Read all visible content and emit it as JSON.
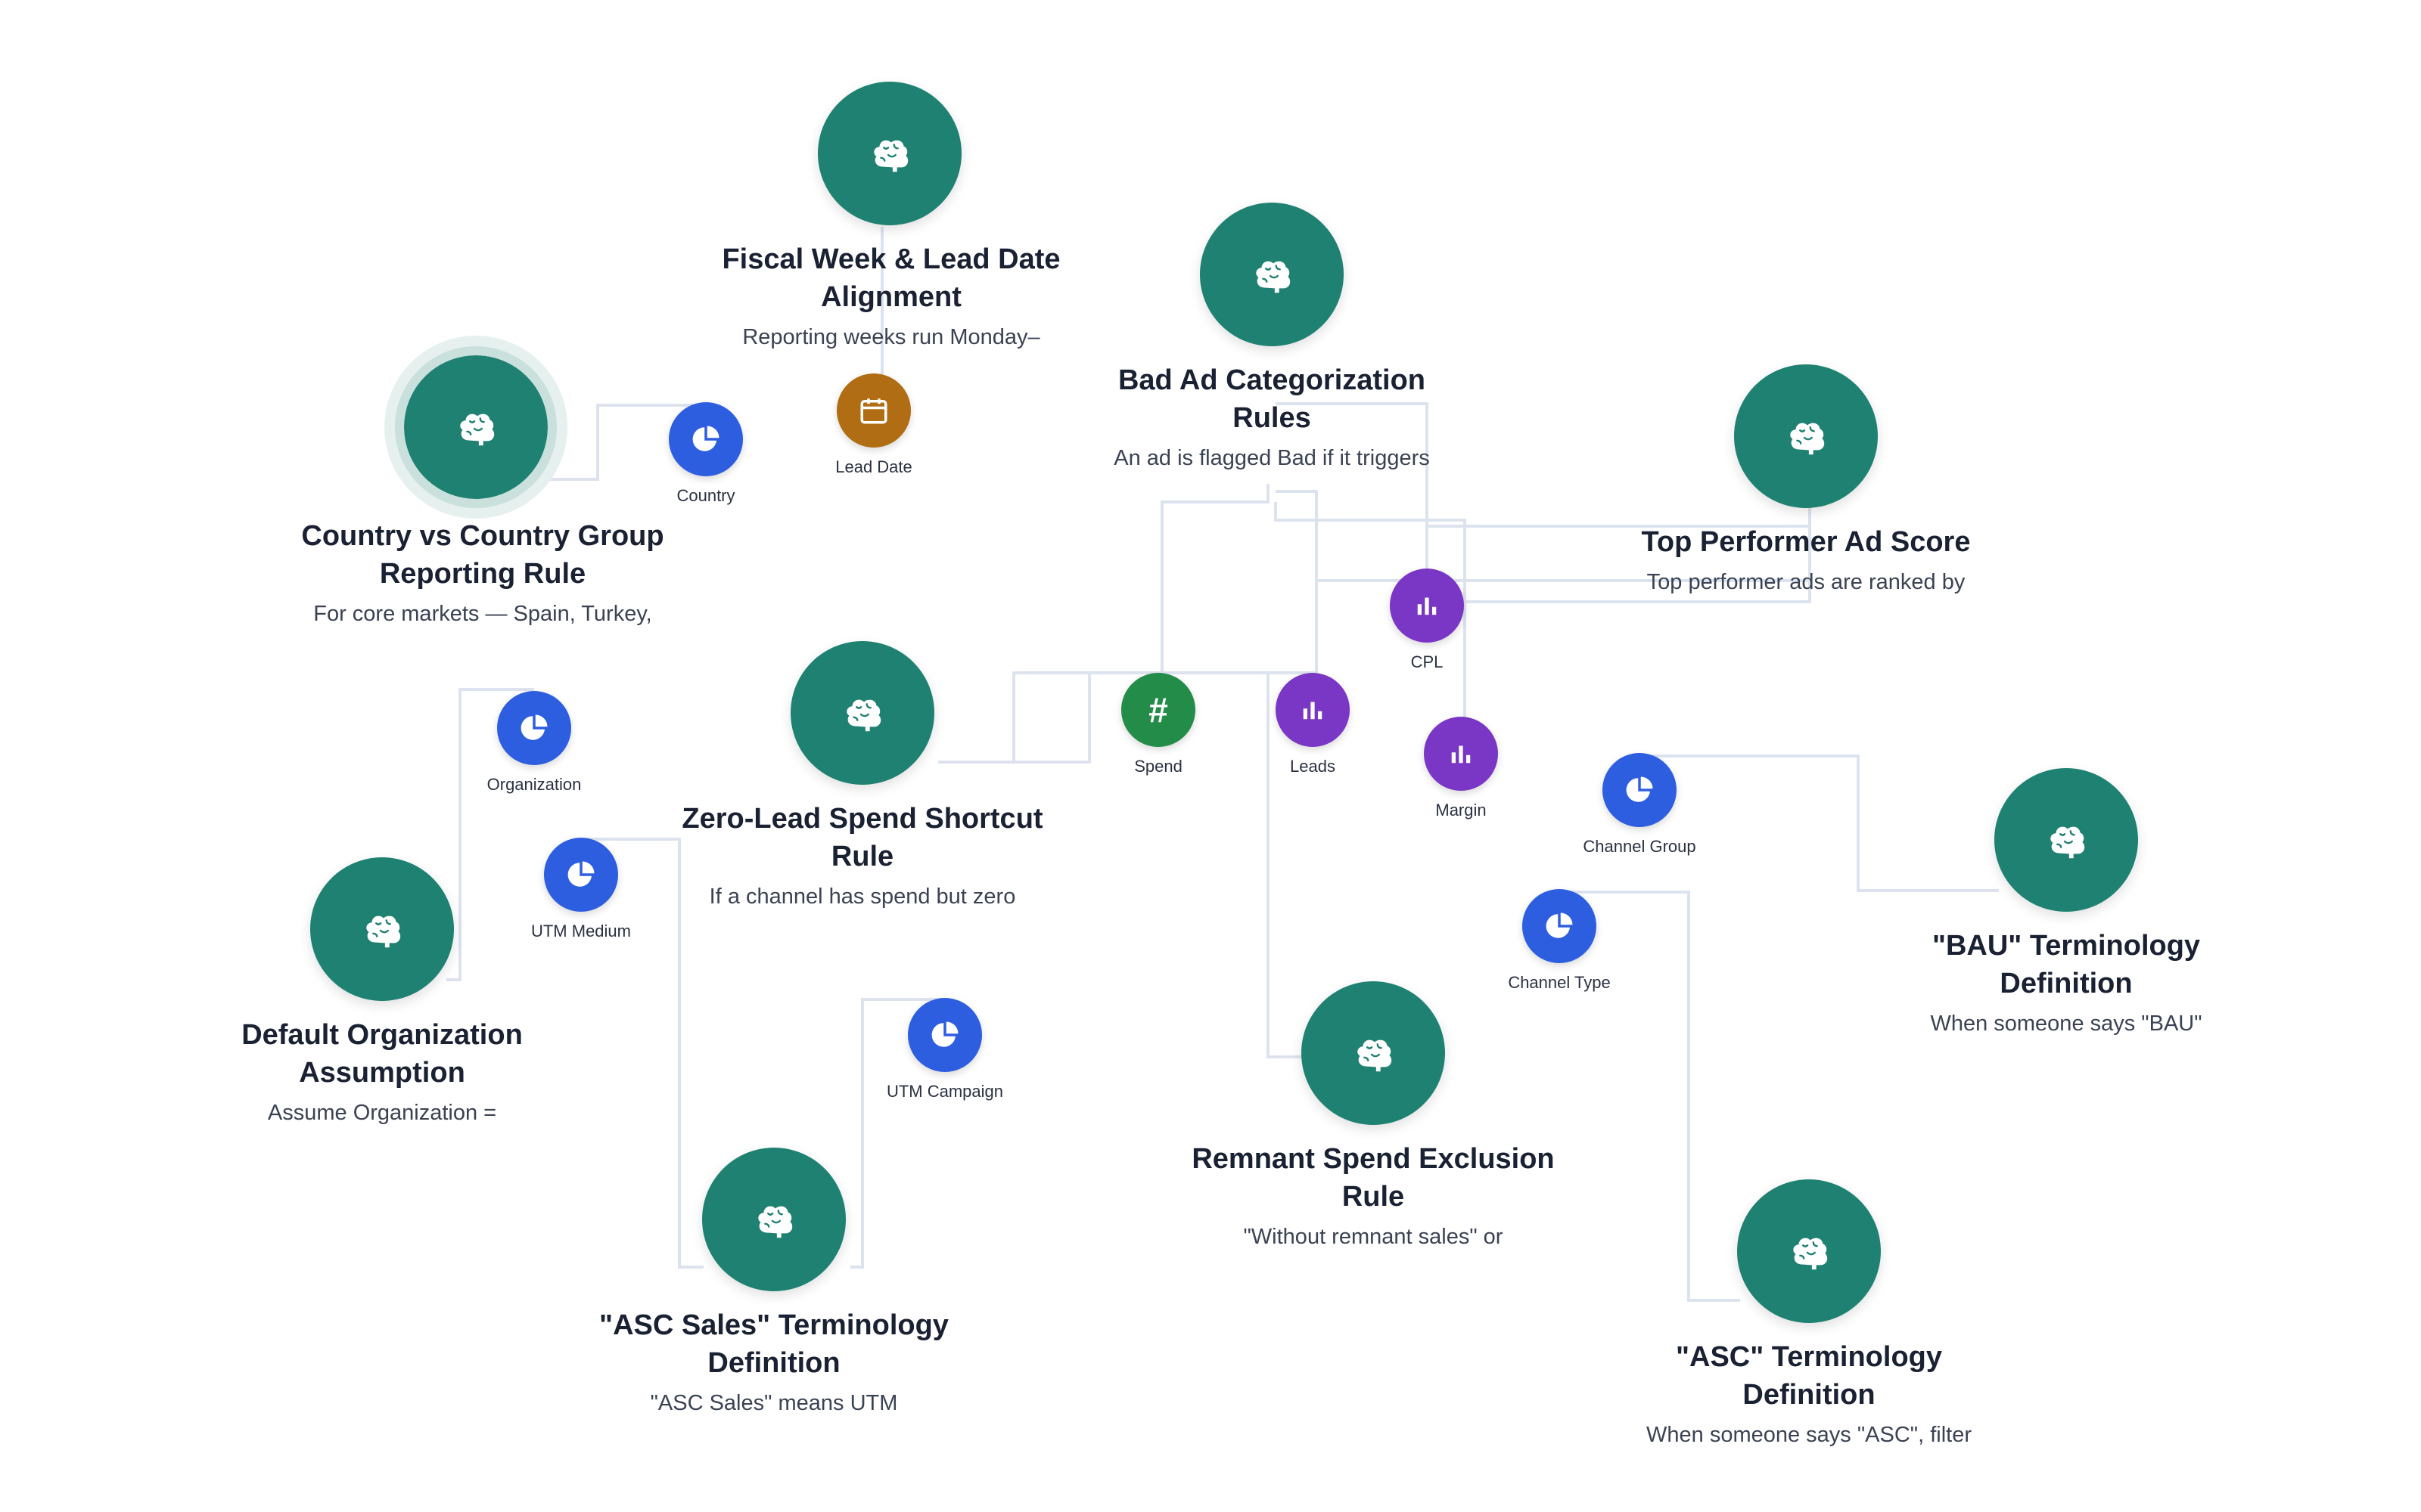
{
  "colors": {
    "rule": "#1f8172",
    "dimension": "#2e5ee0",
    "metric": "#7a36c4",
    "number": "#238c49",
    "date": "#b16d13",
    "edge": "#dde3ee"
  },
  "rules": [
    {
      "id": "fiscal",
      "title": "Fiscal Week & Lead Date Alignment",
      "description": "Reporting weeks run Monday–",
      "icon": "brain-icon"
    },
    {
      "id": "country",
      "title": "Country vs Country Group Reporting Rule",
      "description": "For core markets — Spain, Turkey,",
      "icon": "brain-icon",
      "selected": true
    },
    {
      "id": "badad",
      "title": "Bad Ad Categorization Rules",
      "description": "An ad is flagged Bad if it triggers",
      "icon": "brain-icon"
    },
    {
      "id": "topperf",
      "title": "Top Performer Ad Score",
      "description": "Top performer ads are ranked by",
      "icon": "brain-icon"
    },
    {
      "id": "zerolead",
      "title": "Zero-Lead Spend Shortcut Rule",
      "description": "If a channel has spend but zero",
      "icon": "brain-icon"
    },
    {
      "id": "defaultorg",
      "title": "Default Organization Assumption",
      "description": "Assume Organization =",
      "icon": "brain-icon"
    },
    {
      "id": "ascsales",
      "title": "\"ASC Sales\" Terminology Definition",
      "description": "\"ASC Sales\" means UTM",
      "icon": "brain-icon"
    },
    {
      "id": "remnant",
      "title": "Remnant Spend Exclusion Rule",
      "description": "\"Without remnant sales\" or",
      "icon": "brain-icon"
    },
    {
      "id": "bau",
      "title": "\"BAU\" Terminology Definition",
      "description": "When someone says \"BAU\"",
      "icon": "brain-icon"
    },
    {
      "id": "asc",
      "title": "\"ASC\" Terminology Definition",
      "description": "When someone says \"ASC\", filter",
      "icon": "brain-icon"
    }
  ],
  "fields": [
    {
      "id": "leaddate",
      "label": "Lead Date",
      "kind": "date",
      "icon": "calendar-icon"
    },
    {
      "id": "country",
      "label": "Country",
      "kind": "dimension",
      "icon": "pie-chart-icon"
    },
    {
      "id": "cpl",
      "label": "CPL",
      "kind": "metric",
      "icon": "bar-chart-icon"
    },
    {
      "id": "spend",
      "label": "Spend",
      "kind": "number",
      "icon": "hash-icon"
    },
    {
      "id": "leads",
      "label": "Leads",
      "kind": "metric",
      "icon": "bar-chart-icon"
    },
    {
      "id": "margin",
      "label": "Margin",
      "kind": "metric",
      "icon": "bar-chart-icon"
    },
    {
      "id": "organization",
      "label": "Organization",
      "kind": "dimension",
      "icon": "pie-chart-icon"
    },
    {
      "id": "utmmedium",
      "label": "UTM Medium",
      "kind": "dimension",
      "icon": "pie-chart-icon"
    },
    {
      "id": "utmcampaign",
      "label": "UTM Campaign",
      "kind": "dimension",
      "icon": "pie-chart-icon"
    },
    {
      "id": "channelgroup",
      "label": "Channel Group",
      "kind": "dimension",
      "icon": "pie-chart-icon"
    },
    {
      "id": "channeltype",
      "label": "Channel Type",
      "kind": "dimension",
      "icon": "pie-chart-icon"
    }
  ]
}
